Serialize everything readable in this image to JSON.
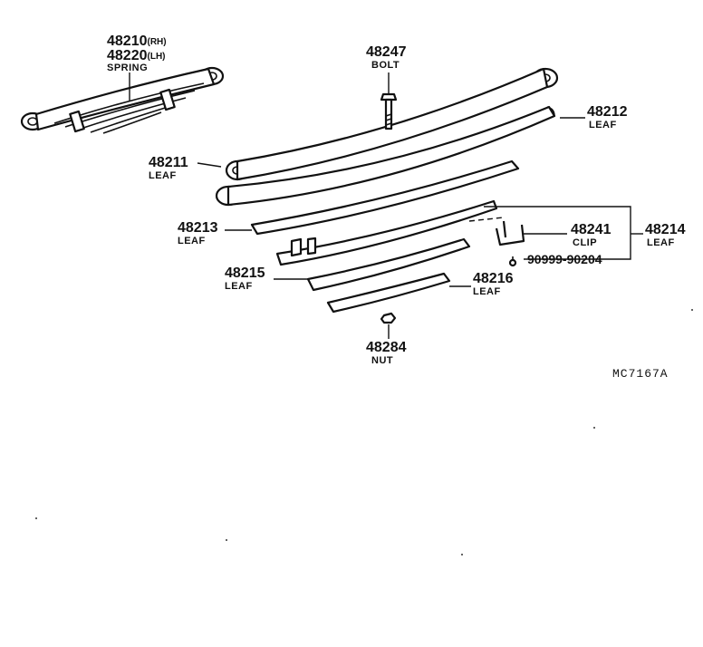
{
  "parts": {
    "spring_assembly": {
      "number_rh": "48210",
      "suffix_rh": "(RH)",
      "number_lh": "48220",
      "suffix_lh": "(LH)",
      "name": "SPRING"
    },
    "bolt": {
      "number": "48247",
      "name": "BOLT"
    },
    "leaf_48212": {
      "number": "48212",
      "name": "LEAF"
    },
    "leaf_48211": {
      "number": "48211",
      "name": "LEAF"
    },
    "leaf_48213": {
      "number": "48213",
      "name": "LEAF"
    },
    "clip": {
      "number": "48241",
      "name": "CLIP"
    },
    "leaf_48214": {
      "number": "48214",
      "name": "LEAF"
    },
    "rivet": {
      "number": "90999-90204"
    },
    "leaf_48215": {
      "number": "48215",
      "name": "LEAF"
    },
    "leaf_48216": {
      "number": "48216",
      "name": "LEAF"
    },
    "nut": {
      "number": "48284",
      "name": "NUT"
    }
  },
  "figure_code": "MC7167A"
}
